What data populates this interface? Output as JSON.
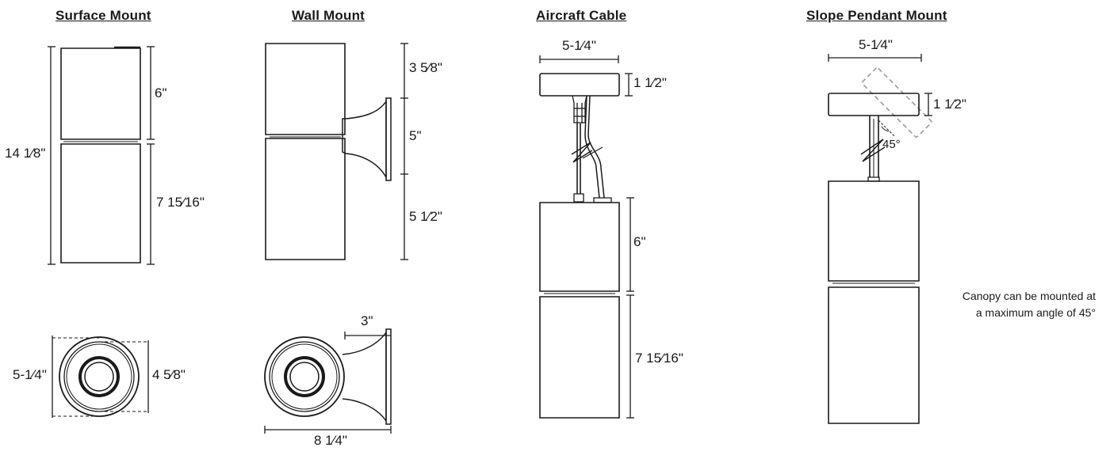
{
  "titles": {
    "surface_mount": "Surface Mount",
    "wall_mount": "Wall Mount",
    "aircraft_cable": "Aircraft Cable",
    "slope_pendant_mount": "Slope Pendant Mount"
  },
  "surface_mount": {
    "overall_height": "14 1⁄8\"",
    "upper_height": "6\"",
    "lower_height": "7 15⁄16\"",
    "outer_diameter": "5-1⁄4\"",
    "inner_diameter": "4 5⁄8\""
  },
  "wall_mount": {
    "top_height": "3 5⁄8\"",
    "arm_height": "5\"",
    "bottom_height": "5 1⁄2\"",
    "arm_depth": "3\"",
    "overall_width": "8 1⁄4\""
  },
  "aircraft_cable": {
    "canopy_width": "5-1⁄4\"",
    "canopy_height": "1 1⁄2\"",
    "upper_height": "6\"",
    "lower_height": "7 15⁄16\""
  },
  "slope_pendant_mount": {
    "canopy_width": "5-1⁄4\"",
    "canopy_height": "1 1⁄2\"",
    "angle": "45°",
    "note_line1": "Canopy can be mounted at",
    "note_line2": "a maximum angle of 45°"
  },
  "colors": {
    "line": "#1a1a1a",
    "dashed": "#9a9a9a"
  }
}
